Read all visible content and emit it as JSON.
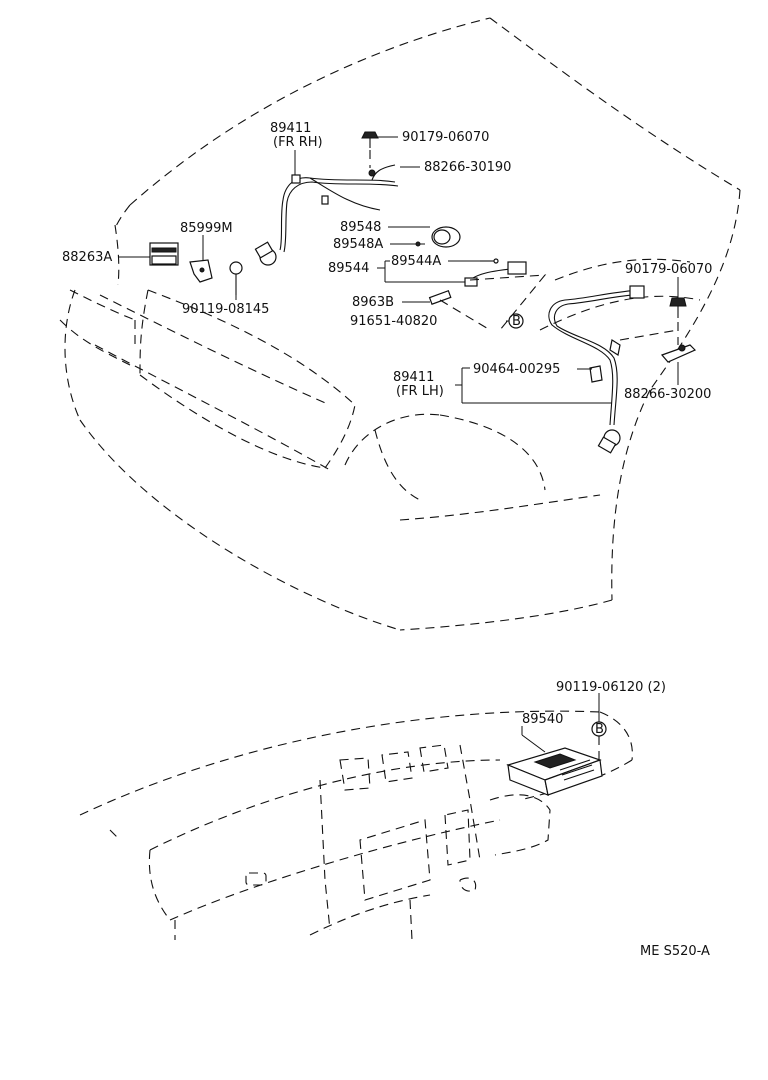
{
  "labels": {
    "p89411_rh": "89411",
    "p89411_rh_sub": "(FR  RH)",
    "p90179_top": "90179-06070",
    "p88266_30190": "88266-30190",
    "p85999m": "85999M",
    "p88263a": "88263A",
    "p90119_08145": "90119-08145",
    "p89548": "89548",
    "p89548a": "89548A",
    "p89544": "89544",
    "p89544a": "89544A",
    "p89638": "8963B",
    "p91651": "91651-40820",
    "p90179_right": "90179-06070",
    "p90464": "90464-00295",
    "p89411_lh": "89411",
    "p89411_lh_sub": "(FR  LH)",
    "p88266_30200": "88266-30200",
    "p90119_06120": "90119-06120 (2)",
    "p89540": "89540",
    "diagram_code": "ME S520-A"
  }
}
